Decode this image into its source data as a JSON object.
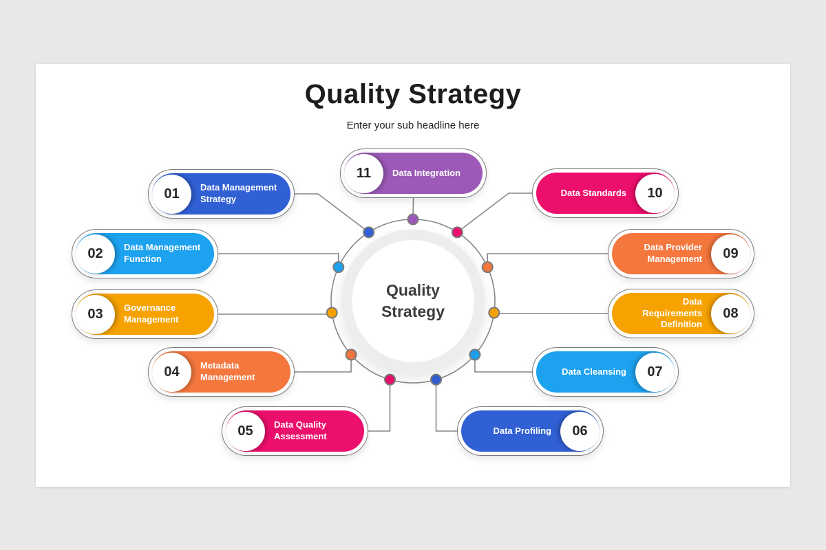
{
  "header": {
    "title": "Quality Strategy",
    "subtitle": "Enter your sub headline here"
  },
  "center": {
    "line1": "Quality",
    "line2": "Strategy"
  },
  "items": [
    {
      "number": "01",
      "label": "Data Management Strategy",
      "color": "#3160d4"
    },
    {
      "number": "02",
      "label": "Data Management Function",
      "color": "#1da2f0"
    },
    {
      "number": "03",
      "label": "Governance Management",
      "color": "#f6a201"
    },
    {
      "number": "04",
      "label": "Metadata Management",
      "color": "#f4773e"
    },
    {
      "number": "05",
      "label": "Data Quality Assessment",
      "color": "#ec0f6b"
    },
    {
      "number": "06",
      "label": "Data Profiling",
      "color": "#3160d4"
    },
    {
      "number": "07",
      "label": "Data Cleansing",
      "color": "#1da2f0"
    },
    {
      "number": "08",
      "label": "Data Requirements Definition",
      "color": "#f6a201"
    },
    {
      "number": "09",
      "label": "Data Provider Management",
      "color": "#f4773e"
    },
    {
      "number": "10",
      "label": "Data Standards",
      "color": "#ec0f6b"
    },
    {
      "number": "11",
      "label": "Data Integration",
      "color": "#9c59b8"
    }
  ],
  "palette": {
    "page_bg": "#e8e8e8",
    "slide_bg": "#ffffff",
    "pill_outline": "#7b7b7b",
    "connector_line": "#868686",
    "center_ring": "#ededed",
    "number_text": "#272727",
    "label_text": "#ffffff",
    "center_text": "#3d3d3d",
    "title_text": "#1d1d1d"
  }
}
